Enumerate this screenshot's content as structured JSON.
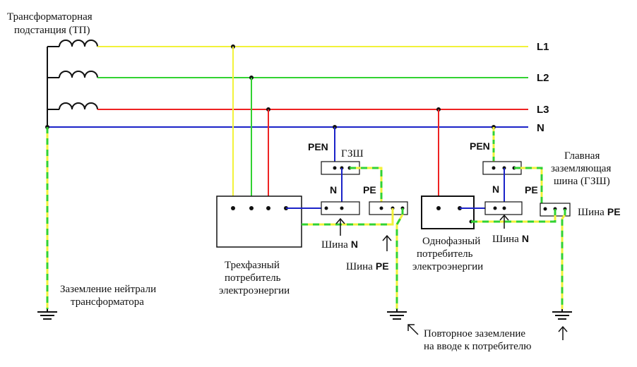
{
  "colors": {
    "L1": "#f2f23a",
    "L2": "#32d232",
    "L3": "#ee2222",
    "N": "#1a22c8",
    "PE_green": "#32d232",
    "PE_yellow": "#f2f23a",
    "black": "#111111"
  },
  "labels": {
    "tp_title_line1": "Трансформаторная",
    "tp_title_line2": "подстанция (ТП)",
    "line_L1": "L1",
    "line_L2": "L2",
    "line_L3": "L3",
    "line_N": "N",
    "grounding_neutral_line1": "Заземление нейтрали",
    "grounding_neutral_line2": "трансформатора",
    "pen_left": "PEN",
    "gzsh_left": "ГЗШ",
    "n_left": "N",
    "pe_left": "PE",
    "bus_n_left_text": "Шина",
    "bus_n_left_letter": "N",
    "bus_pe_left_text": "Шина",
    "bus_pe_left_letter": "PE",
    "three_phase_line1": "Трехфазный",
    "three_phase_line2": "потребитель",
    "three_phase_line3": "электроэнергии",
    "pen_right": "PEN",
    "n_right": "N",
    "pe_right": "PE",
    "main_bus_line1": "Главная",
    "main_bus_line2": "заземляющая",
    "main_bus_line3": "шина (ГЗШ)",
    "bus_pe_right_text": "Шина",
    "bus_pe_right_letter": "PE",
    "single_phase_line1": "Однофазный",
    "single_phase_line2": "потребитель",
    "single_phase_line3": "электроэнергии",
    "bus_n_right_text": "Шина",
    "bus_n_right_letter": "N",
    "reground_line1": "Повторное заземление",
    "reground_line2": "на вводе к потребителю"
  }
}
